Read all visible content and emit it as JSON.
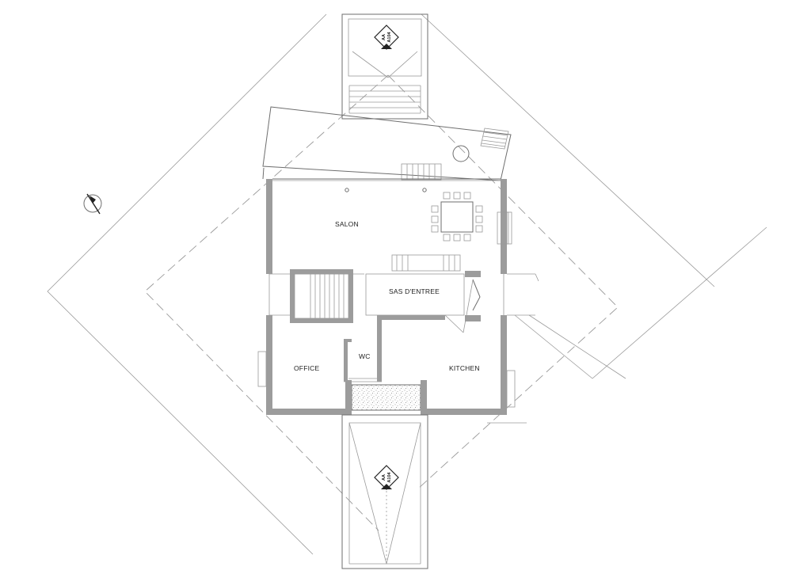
{
  "plan": {
    "rooms": {
      "salon": "SALON",
      "entry": "SAS D'ENTREE",
      "office": "OFFICE",
      "wc": "WC",
      "kitchen": "KITCHEN"
    },
    "section_markers": {
      "top": {
        "line1": "AA",
        "line2": "A104"
      },
      "bottom": {
        "line1": "AA",
        "line2": "A104"
      }
    },
    "colors": {
      "wall": "#9c9c9c",
      "thin_line": "#9a9a9a",
      "text": "#222222"
    }
  }
}
